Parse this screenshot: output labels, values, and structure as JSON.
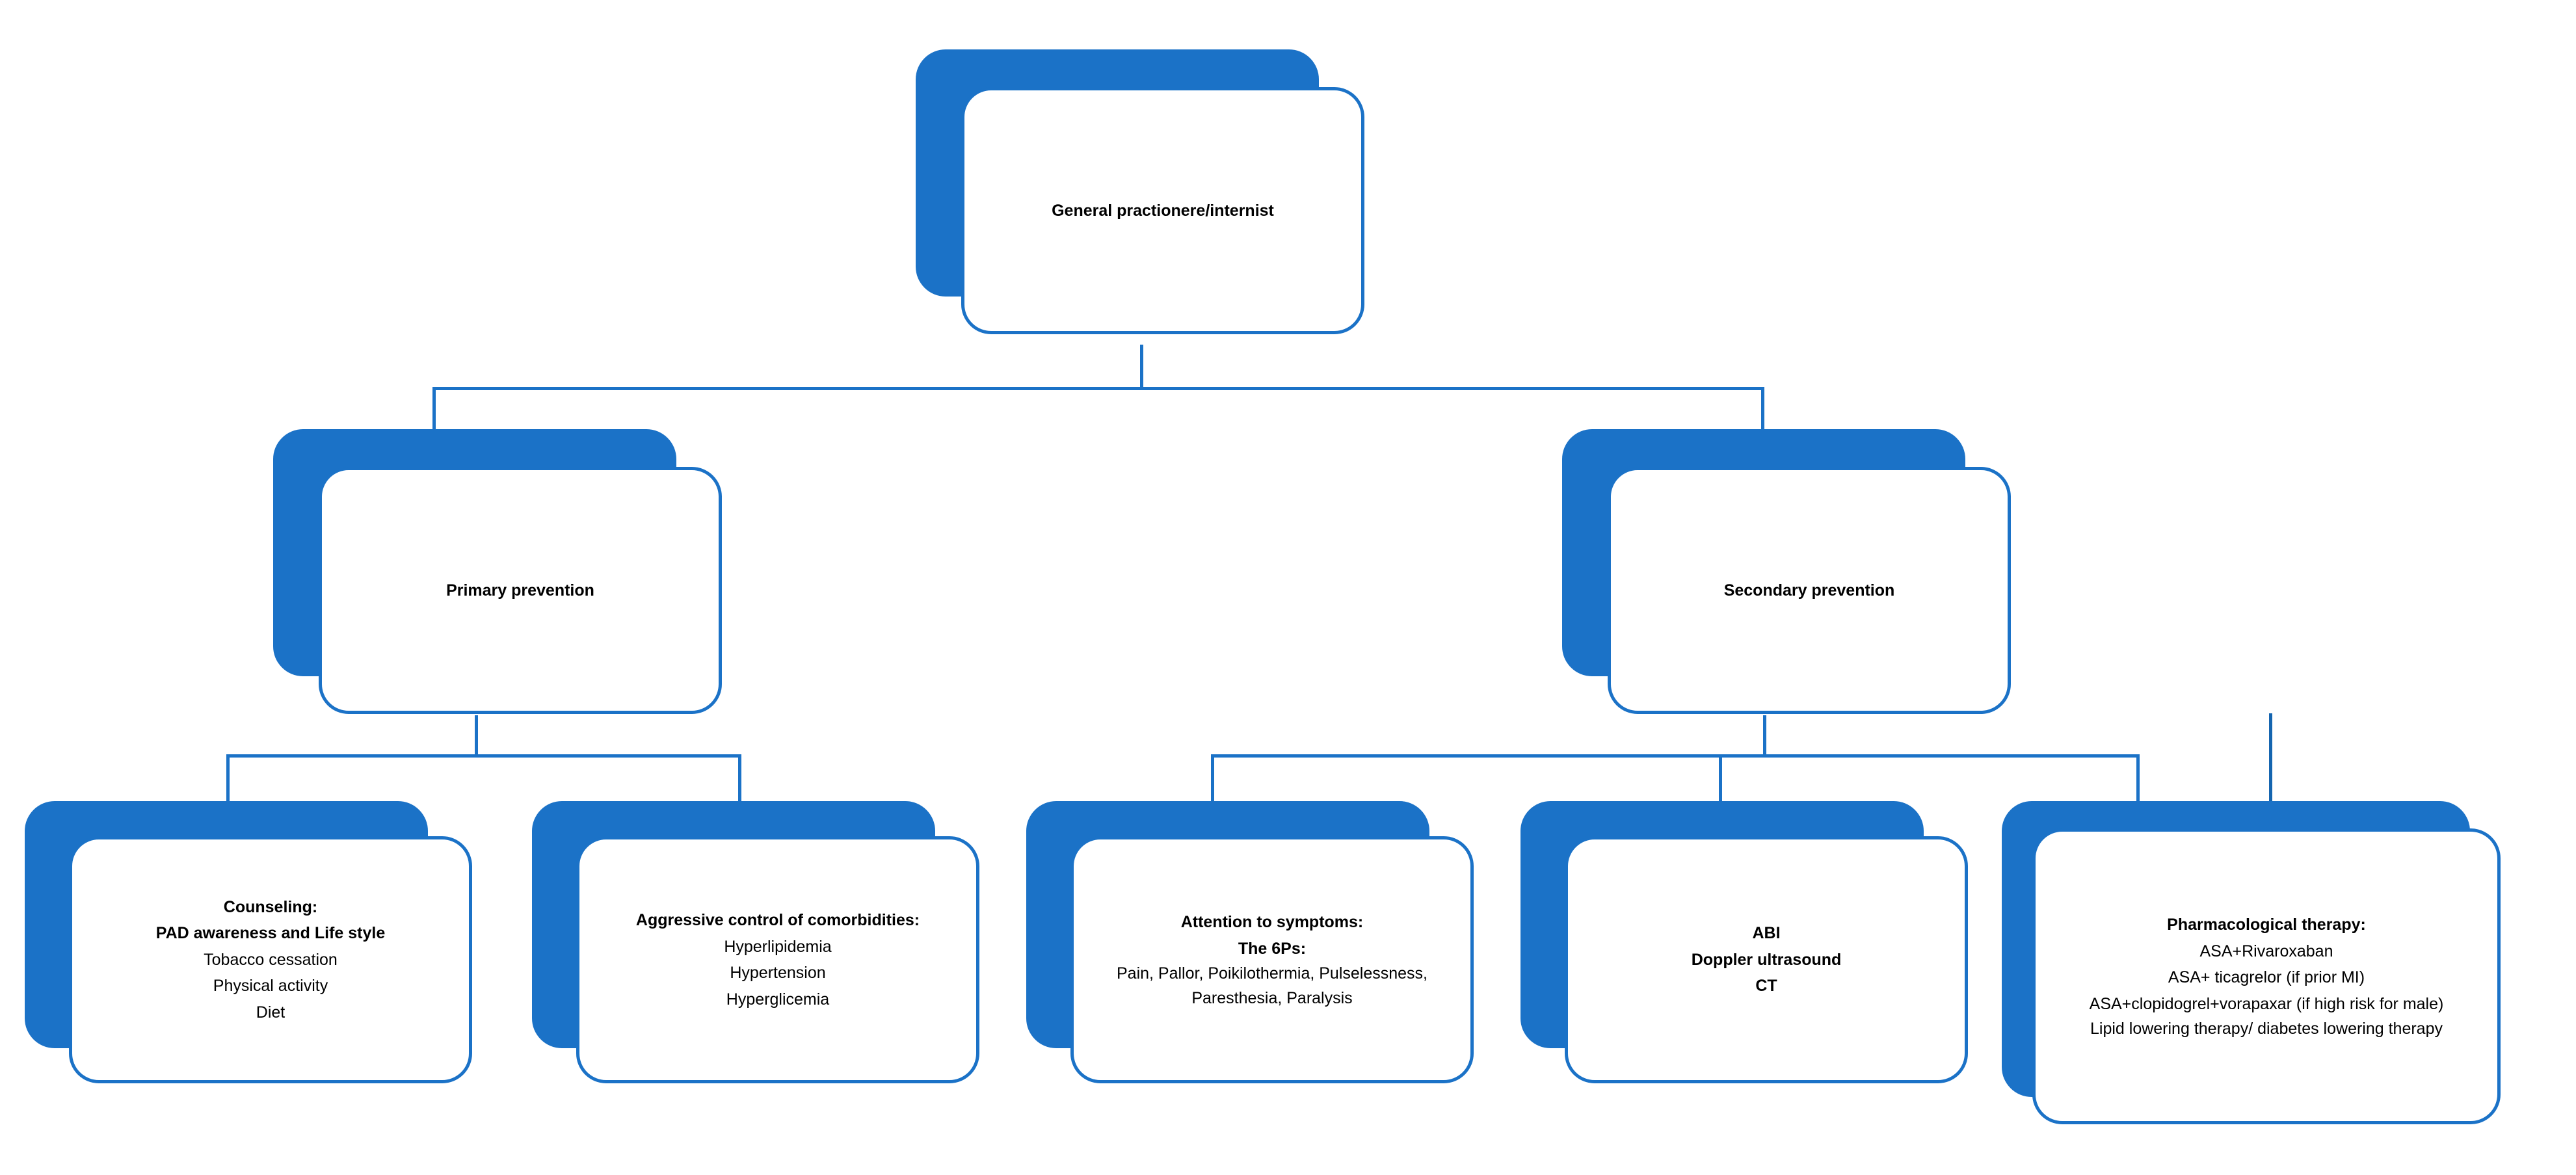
{
  "diagram": {
    "title_present": false,
    "accent_color": "#1B72C7",
    "text_color": "#000000",
    "background": "#ffffff"
  },
  "nodes": {
    "root": {
      "id": "general-practitioner",
      "lines": [
        {
          "text": "General practionere/internist",
          "bold": true
        }
      ]
    },
    "primary_prevention": {
      "id": "primary-prevention",
      "lines": [
        {
          "text": "Primary prevention",
          "bold": true
        }
      ]
    },
    "secondary_prevention": {
      "id": "secondary-prevention",
      "lines": [
        {
          "text": "Secondary prevention",
          "bold": true
        }
      ]
    },
    "counseling": {
      "id": "counseling",
      "lines": [
        {
          "text": "Counseling:",
          "bold": true
        },
        {
          "text": "PAD awareness and Life style",
          "bold": true
        },
        {
          "text": "Tobacco cessation",
          "bold": false
        },
        {
          "text": "Physical activity",
          "bold": false
        },
        {
          "text": "Diet",
          "bold": false
        }
      ]
    },
    "comorbidities": {
      "id": "aggressive-control-of-comorbidities",
      "lines": [
        {
          "text": "Aggressive control of comorbidities:",
          "bold": true
        },
        {
          "text": "Hyperlipidemia",
          "bold": false
        },
        {
          "text": "Hypertension",
          "bold": false
        },
        {
          "text": "Hyperglicemia",
          "bold": false
        }
      ]
    },
    "symptoms": {
      "id": "attention-to-symptoms",
      "lines": [
        {
          "text": "Attention to symptoms:",
          "bold": true
        },
        {
          "text": "The 6Ps:",
          "bold": true
        },
        {
          "text": "Pain, Pallor, Poikilothermia, Pulselessness, Paresthesia, Paralysis",
          "bold": false
        }
      ]
    },
    "imaging": {
      "id": "imaging-workup",
      "lines": [
        {
          "text": "ABI",
          "bold": true
        },
        {
          "text": "Doppler ultrasound",
          "bold": true
        },
        {
          "text": "CT",
          "bold": true
        }
      ]
    },
    "pharmacological": {
      "id": "pharmacological-therapy",
      "lines": [
        {
          "text": "Pharmacological therapy:",
          "bold": true
        },
        {
          "text": "ASA+Rivaroxaban",
          "bold": false
        },
        {
          "text": "ASA+ ticagrelor (if prior MI)",
          "bold": false
        },
        {
          "text": "ASA+clopidogrel+vorapaxar (if high risk for male)",
          "bold": false
        },
        {
          "text": "Lipid lowering therapy/ diabetes lowering therapy",
          "bold": false
        }
      ]
    }
  }
}
